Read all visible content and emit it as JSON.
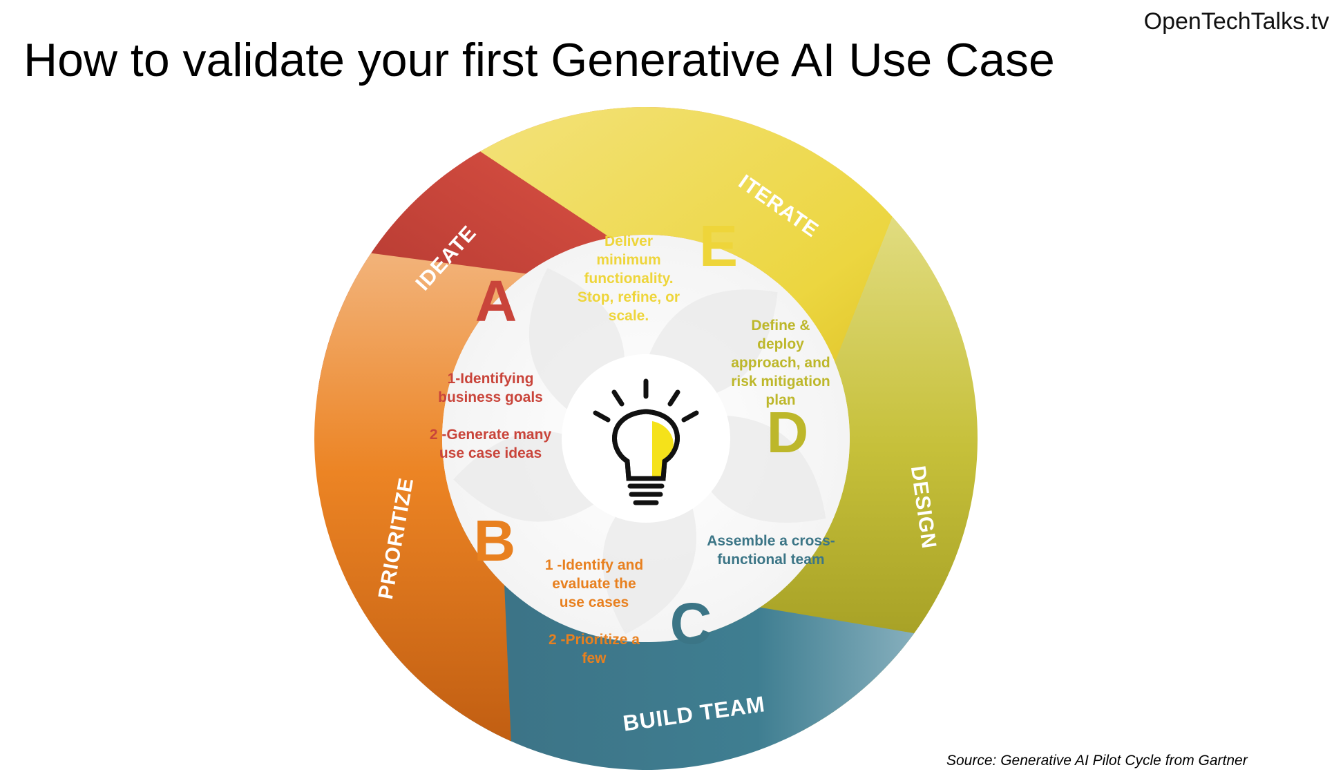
{
  "header": {
    "site": "OpenTechTalks.tv",
    "title": "How to validate your first Generative AI Use Case"
  },
  "footer": {
    "source": "Source: Generative AI Pilot Cycle from Gartner"
  },
  "cycle": {
    "center_icon": "lightbulb-icon",
    "stages": [
      {
        "key": "ideate",
        "ring_label": "IDEATE",
        "letter": "A",
        "color": "#c9443a",
        "lines": [
          "1-Identifying",
          "business goals",
          "",
          "2 -Generate many",
          "use case ideas"
        ]
      },
      {
        "key": "prioritize",
        "ring_label": "PRIORITIZE",
        "letter": "B",
        "color": "#e8801f",
        "lines": [
          "1 -Identify and",
          "evaluate the",
          "use cases",
          "",
          "2 -Prioritize a",
          "few"
        ]
      },
      {
        "key": "build-team",
        "ring_label": "BUILD TEAM",
        "letter": "C",
        "color": "#3b7586",
        "lines": [
          "Assemble a cross-",
          "functional team"
        ]
      },
      {
        "key": "design",
        "ring_label": "DESIGN",
        "letter": "D",
        "color": "#bdb72a",
        "lines": [
          "Define &",
          "deploy",
          "approach, and",
          "risk mitigation",
          "plan"
        ]
      },
      {
        "key": "iterate",
        "ring_label": "ITERATE",
        "letter": "E",
        "color": "#eed53a",
        "lines": [
          "Deliver",
          "minimum",
          "functionality.",
          "Stop, refine, or",
          "scale."
        ]
      }
    ]
  }
}
